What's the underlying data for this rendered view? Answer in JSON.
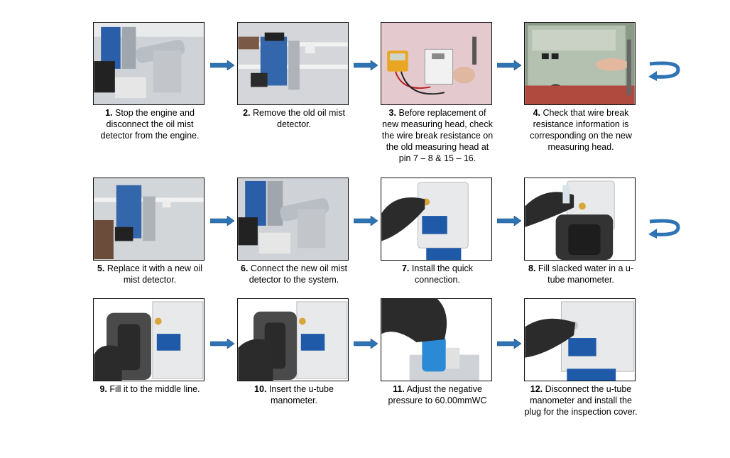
{
  "steps": [
    {
      "num": "1.",
      "text": "Stop the engine and disconnect the oil mist detector from the engine.",
      "photo": "wrench-on-detector-photo"
    },
    {
      "num": "2.",
      "text": "Remove the old oil mist detector.",
      "photo": "remove-detector-photo"
    },
    {
      "num": "3.",
      "text": "Before replacement of new measuring head, check the wire break resistance on the old measuring head at pin 7 – 8 & 15 – 16.",
      "photo": "multimeter-photo"
    },
    {
      "num": "4.",
      "text": "Check that wire break resistance information is corresponding on the new measuring head.",
      "photo": "circuit-board-photo"
    },
    {
      "num": "5.",
      "text": "Replace it with a new oil mist detector.",
      "photo": "install-detector-photo"
    },
    {
      "num": "6.",
      "text": "Connect the new oil mist detector to the system.",
      "photo": "connect-detector-photo"
    },
    {
      "num": "7.",
      "text": "Install the quick connection.",
      "photo": "quick-connection-photo"
    },
    {
      "num": "8.",
      "text": "Fill slacked water in a u-tube manometer.",
      "photo": "fill-manometer-photo"
    },
    {
      "num": "9.",
      "text": "Fill it to the middle line.",
      "photo": "manometer-middle-line-photo"
    },
    {
      "num": "10.",
      "text": "Insert the u-tube manometer.",
      "photo": "insert-manometer-photo"
    },
    {
      "num": "11.",
      "text": "Adjust the negative pressure to 60.00mmWC",
      "photo": "adjust-pressure-photo"
    },
    {
      "num": "12.",
      "text": "Disconnect the u-tube manometer and install the plug for the inspection cover.",
      "photo": "install-plug-photo"
    }
  ],
  "colors": {
    "arrow": "#2e74b5",
    "glove": "#2b2b2b",
    "detector": "#e8e9ea",
    "label_blue": "#1f5aa8"
  }
}
